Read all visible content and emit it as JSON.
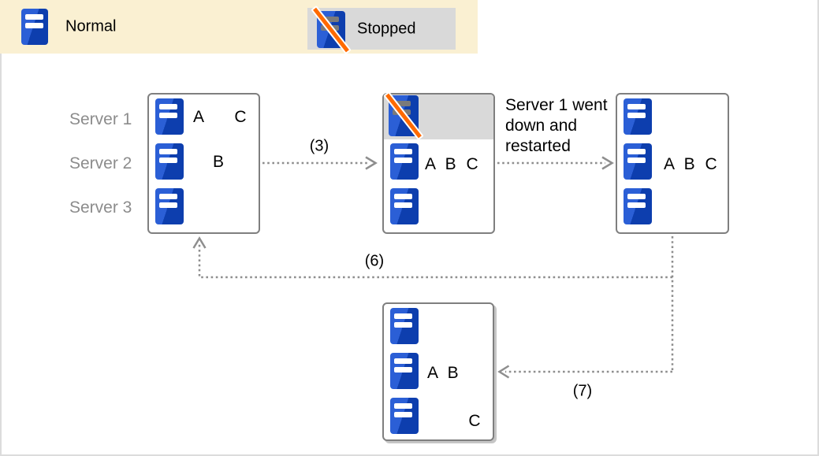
{
  "legend": {
    "normal": {
      "label": "Normal",
      "icon": "server-icon"
    },
    "stopped": {
      "label": "Stopped",
      "icon": "stopped-server-icon-with-slash"
    }
  },
  "servers": {
    "labels": [
      "Server 1",
      "Server 2",
      "Server 3"
    ]
  },
  "states": {
    "initial": {
      "row1_left": "A",
      "row1_right": "C",
      "row2": "B"
    },
    "failover": {
      "row2": "A B C"
    },
    "restarted": {
      "row2": "A B C"
    },
    "failback": {
      "row2": "A B",
      "row3": "C"
    }
  },
  "annotation": {
    "lines": [
      "Server 1 went",
      "down and",
      "restarted"
    ]
  },
  "arrows": {
    "step3_label": "(3)",
    "step6_label": "(6)",
    "step7_label": "(7)"
  },
  "colors": {
    "legend_background": "#FAF0D2",
    "stopped_background": "#D9D9D9",
    "server_blue_light": "#2B5FD6",
    "server_blue_dark": "#0D3EAE",
    "stopped_bar_gray": "#7A7A7A",
    "slash_orange": "#FF6A00",
    "box_border_gray": "#7F7F7F",
    "arrow_gray": "#8E8E8E",
    "label_gray": "#8C8C8C"
  }
}
